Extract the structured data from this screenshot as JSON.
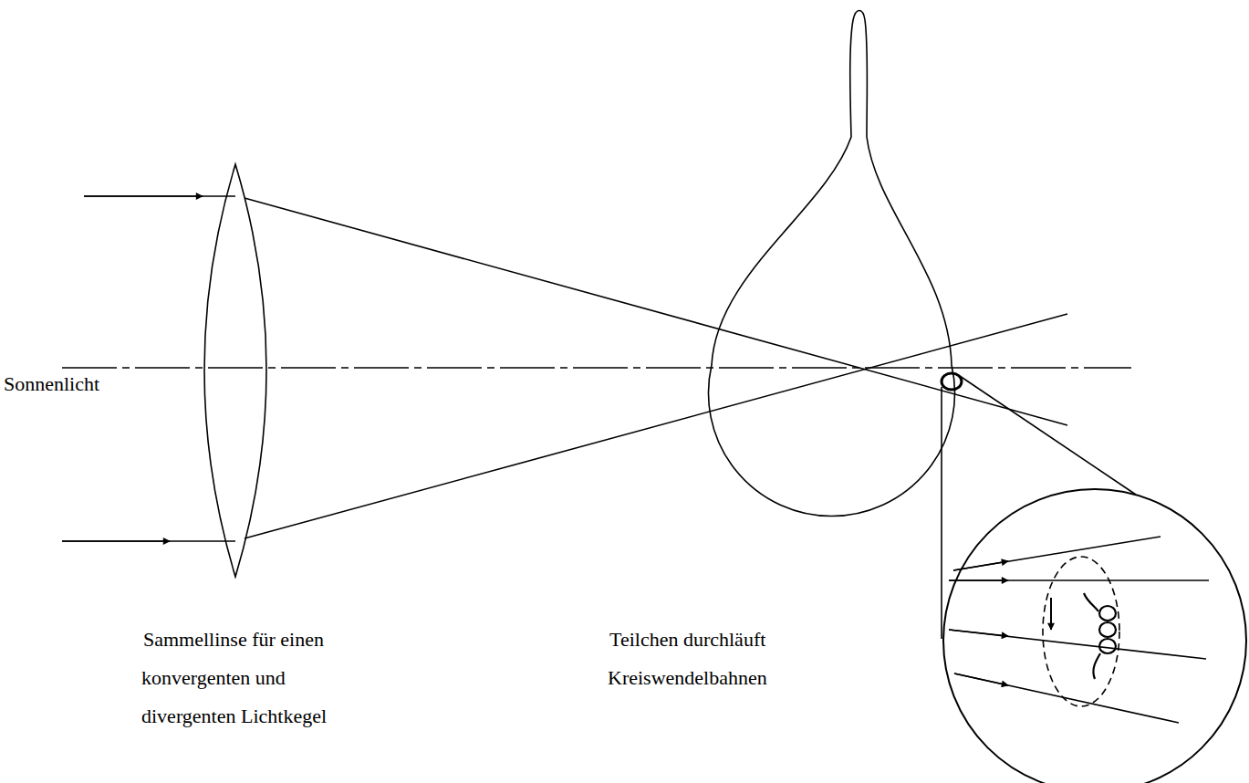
{
  "diagram": {
    "labels": [
      "Sonnenlicht",
      "Sammellinse für einen konvergenten und divergenten Lichtkegel",
      "Teilchen durchläuft Kreiswendelbahnen"
    ]
  }
}
